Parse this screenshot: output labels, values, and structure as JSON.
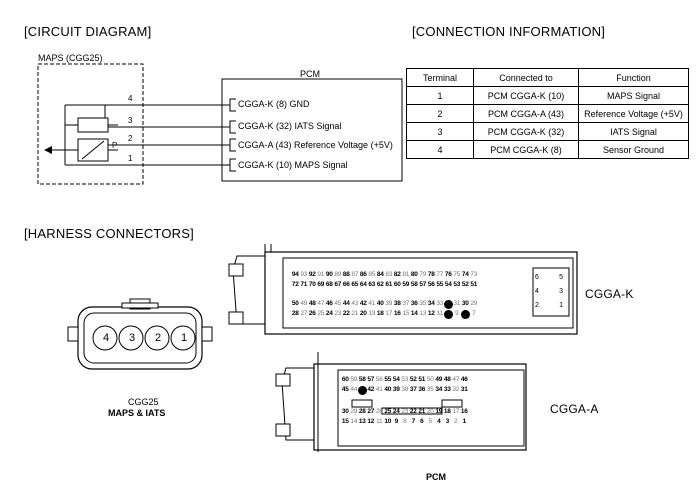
{
  "headings": {
    "circuit": "[CIRCUIT DIAGRAM]",
    "connection": "[CONNECTION INFORMATION]",
    "harness": "[HARNESS CONNECTORS]"
  },
  "circuit": {
    "sensor_label": "MAPS (CGG25)",
    "pcm_label": "PCM",
    "p_label": "P",
    "wires": [
      {
        "num": "4",
        "text": "CGGA-K (8)  GND"
      },
      {
        "num": "3",
        "text": "CGGA-K (32)  IATS  Signal"
      },
      {
        "num": "2",
        "text": "CGGA-A (43) Reference Voltage (+5V)"
      },
      {
        "num": "1",
        "text": "CGGA-K (10) MAPS Signal"
      }
    ]
  },
  "connection_table": {
    "headers": [
      "Terminal",
      "Connected to",
      "Function"
    ],
    "rows": [
      [
        "1",
        "PCM CGGA-K (10)",
        "MAPS Signal"
      ],
      [
        "2",
        "PCM CGGA-A (43)",
        "Reference Voltage (+5V)"
      ],
      [
        "3",
        "PCM CGGA-K (32)",
        "IATS Signal"
      ],
      [
        "4",
        "PCM CGGA-K (8)",
        "Sensor Ground"
      ]
    ]
  },
  "harness": {
    "sensor_pins": [
      "4",
      "3",
      "2",
      "1"
    ],
    "sensor_code": "CGG25",
    "sensor_name": "MAPS & IATS",
    "cgga_k_label": "CGGA-K",
    "cgga_a_label": "CGGA-A",
    "pcm_label": "PCM",
    "cgga_k_rows": [
      [
        "94",
        "93",
        "92",
        "91",
        "90",
        "89",
        "88",
        "87",
        "86",
        "85",
        "84",
        "83",
        "82",
        "81",
        "80",
        "79",
        "78",
        "77",
        "76",
        "75",
        "74",
        "73"
      ],
      [
        "72",
        "71",
        "70",
        "69",
        "68",
        "67",
        "66",
        "65",
        "64",
        "63",
        "62",
        "61",
        "60",
        "59",
        "58",
        "57",
        "56",
        "55",
        "54",
        "53",
        "52",
        "51"
      ],
      [
        "50",
        "49",
        "48",
        "47",
        "46",
        "45",
        "44",
        "43",
        "42",
        "41",
        "40",
        "39",
        "38",
        "37",
        "36",
        "35",
        "34",
        "33",
        "",
        "31",
        "30",
        "29"
      ],
      [
        "28",
        "27",
        "26",
        "25",
        "24",
        "23",
        "22",
        "21",
        "20",
        "19",
        "18",
        "17",
        "16",
        "15",
        "14",
        "13",
        "12",
        "11",
        "",
        "9",
        "",
        "7"
      ]
    ],
    "cgga_k_side": [
      "6",
      "5",
      "4",
      "3",
      "2",
      "1"
    ],
    "cgga_a_rows": [
      [
        "60",
        "59",
        "58",
        "57",
        "56",
        "55",
        "54",
        "53",
        "52",
        "51",
        "50",
        "49",
        "48",
        "47",
        "46"
      ],
      [
        "45",
        "44",
        "",
        "42",
        "41",
        "40",
        "39",
        "38",
        "37",
        "36",
        "35",
        "34",
        "33",
        "32",
        "31"
      ],
      [
        "30",
        "29",
        "28",
        "27",
        "26",
        "25",
        "24",
        "23",
        "22",
        "21",
        "20",
        "19",
        "18",
        "17",
        "16"
      ],
      [
        "15",
        "14",
        "13",
        "12",
        "11",
        "10",
        "9",
        "8",
        "7",
        "6",
        "5",
        "4",
        "3",
        "2",
        "1"
      ]
    ]
  },
  "colors": {
    "line": "#000000",
    "muted": "#777777",
    "dot": "#000000"
  }
}
